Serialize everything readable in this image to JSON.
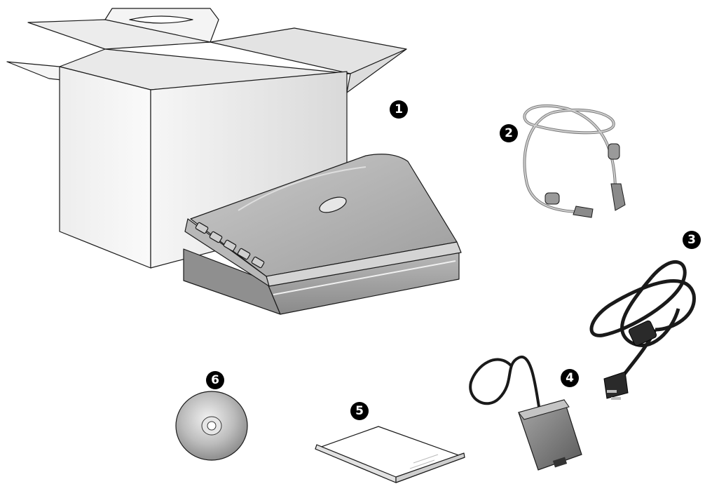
{
  "callouts": [
    {
      "id": 1,
      "label": "1",
      "item": "box-and-scanner"
    },
    {
      "id": 2,
      "label": "2",
      "item": "usb-cable"
    },
    {
      "id": 3,
      "label": "3",
      "item": "power-cord"
    },
    {
      "id": 4,
      "label": "4",
      "item": "power-adapter"
    },
    {
      "id": 5,
      "label": "5",
      "item": "manual"
    },
    {
      "id": 6,
      "label": "6",
      "item": "cd-rom"
    }
  ],
  "colors": {
    "background": "#ffffff",
    "outline": "#1a1a1a",
    "callout_fill": "#000000",
    "callout_text": "#ffffff"
  }
}
